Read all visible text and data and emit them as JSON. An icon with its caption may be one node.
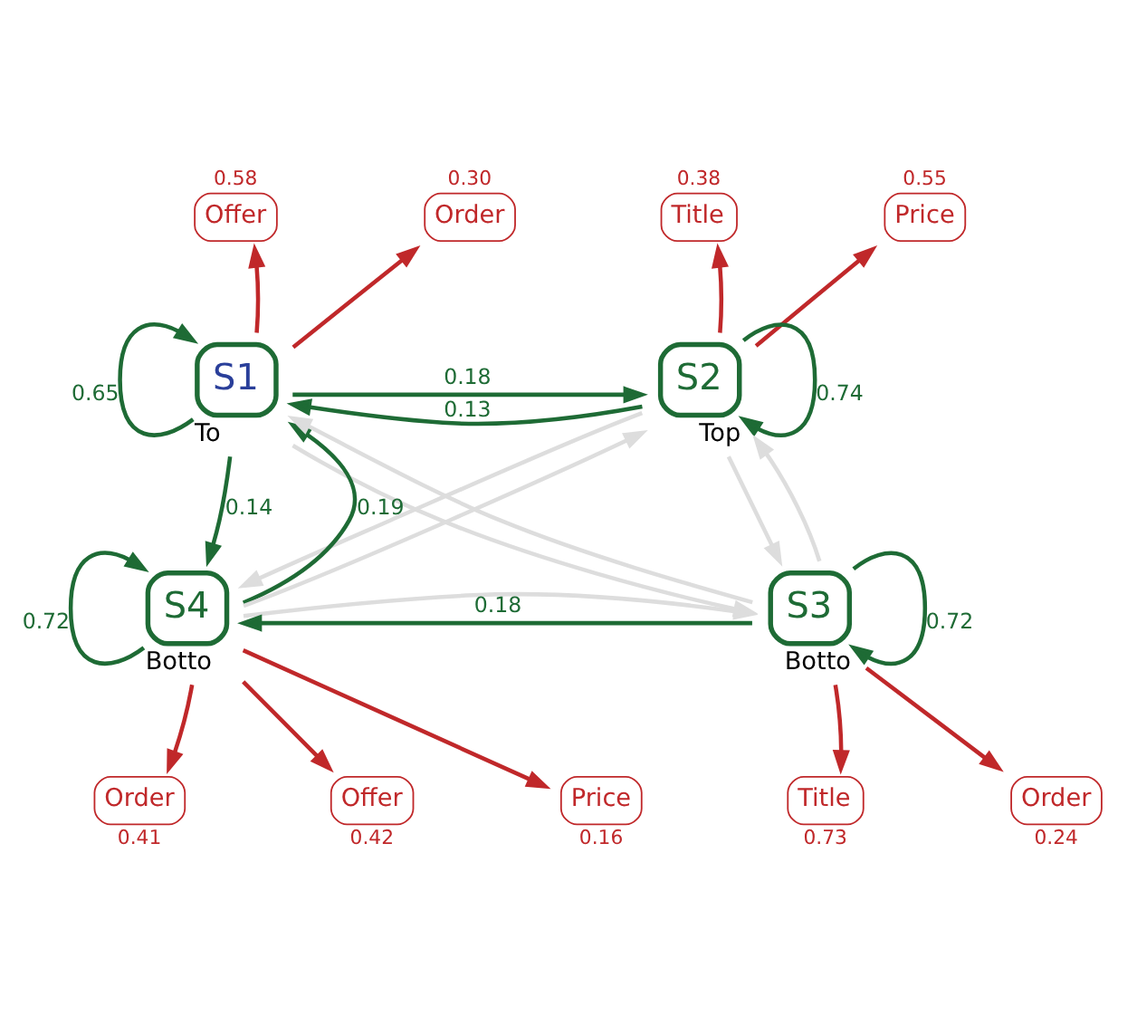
{
  "diagram": {
    "nodes": [
      {
        "text": [
          "Offer"
        ],
        "beside": [
          "0.58"
        ]
      },
      {
        "text": [
          "Order"
        ],
        "beside": [
          "0.30"
        ]
      },
      {
        "text": [
          "Title"
        ],
        "beside": [
          "0.38"
        ]
      },
      {
        "text": [
          "Price"
        ],
        "beside": [
          "0.55"
        ]
      },
      {
        "text": [
          "S1"
        ],
        "beside": [
          "To"
        ]
      },
      {
        "text": [
          "S2"
        ],
        "beside": [
          "Top"
        ]
      },
      {
        "text": [
          "S4"
        ],
        "beside": [
          "Botto"
        ]
      },
      {
        "text": [
          "S3"
        ],
        "beside": [
          "Botto"
        ]
      },
      {
        "text": [
          "Order"
        ],
        "beside": [
          "0.41"
        ]
      },
      {
        "text": [
          "Offer"
        ],
        "beside": [
          "0.42"
        ]
      },
      {
        "text": [
          "Price"
        ],
        "beside": [
          "0.16"
        ]
      },
      {
        "text": [
          "Title"
        ],
        "beside": [
          "0.73"
        ]
      },
      {
        "text": [
          "Order"
        ],
        "beside": [
          "0.24"
        ]
      }
    ],
    "edges": [
      {
        "from": 4,
        "to": 0,
        "arrow": "to",
        "color": "#c0282a"
      },
      {
        "from": 4,
        "to": 1,
        "arrow": "to",
        "color": "#c0282a"
      },
      {
        "from": 5,
        "to": 2,
        "arrow": "to",
        "color": "#c0282a"
      },
      {
        "from": 5,
        "to": 3,
        "arrow": "to",
        "color": "#c0282a"
      },
      {
        "from": 4,
        "to": 4,
        "arrow": "to",
        "label": "0.65",
        "color": "#1e6b35"
      },
      {
        "from": 4,
        "to": 5,
        "arrow": "to",
        "label": "0.18",
        "color": "#1e6b35"
      },
      {
        "from": 5,
        "to": 4,
        "arrow": "to",
        "label": "0.13",
        "color": "#1e6b35"
      },
      {
        "from": 5,
        "to": 5,
        "arrow": "to",
        "label": "0.74",
        "color": "#1e6b35"
      },
      {
        "from": 6,
        "to": 4,
        "arrow": "to",
        "label": "0.19",
        "color": "#1e6b35"
      },
      {
        "from": 4,
        "to": 6,
        "arrow": "to",
        "label": "0.14",
        "color": "#1e6b35"
      },
      {
        "from": 4,
        "to": 7,
        "arrow": "to",
        "color": "#dddddd"
      },
      {
        "from": 7,
        "to": 4,
        "arrow": "to",
        "color": "#dddddd"
      },
      {
        "from": 5,
        "to": 6,
        "arrow": "to",
        "color": "#dddddd"
      },
      {
        "from": 6,
        "to": 5,
        "arrow": "to",
        "color": "#dddddd"
      },
      {
        "from": 5,
        "to": 7,
        "arrow": "to",
        "color": "#dddddd"
      },
      {
        "from": 7,
        "to": 5,
        "arrow": "to",
        "color": "#dddddd"
      },
      {
        "from": 6,
        "to": 7,
        "arrow": "to",
        "color": "#dddddd"
      },
      {
        "from": 6,
        "to": 6,
        "arrow": "to",
        "label": "0.72",
        "color": "#1e6b35"
      },
      {
        "from": 7,
        "to": 6,
        "arrow": "to",
        "label": "0.18",
        "color": "#1e6b35"
      },
      {
        "from": 7,
        "to": 7,
        "arrow": "to",
        "label": "0.72",
        "color": "#1e6b35"
      },
      {
        "from": 6,
        "to": 8,
        "arrow": "to",
        "color": "#c0282a"
      },
      {
        "from": 6,
        "to": 9,
        "arrow": "to",
        "color": "#c0282a"
      },
      {
        "from": 6,
        "to": 10,
        "arrow": "to",
        "color": "#c0282a"
      },
      {
        "from": 7,
        "to": 11,
        "arrow": "to",
        "color": "#c0282a"
      },
      {
        "from": 7,
        "to": 12,
        "arrow": "to",
        "color": "#c0282a"
      }
    ]
  }
}
